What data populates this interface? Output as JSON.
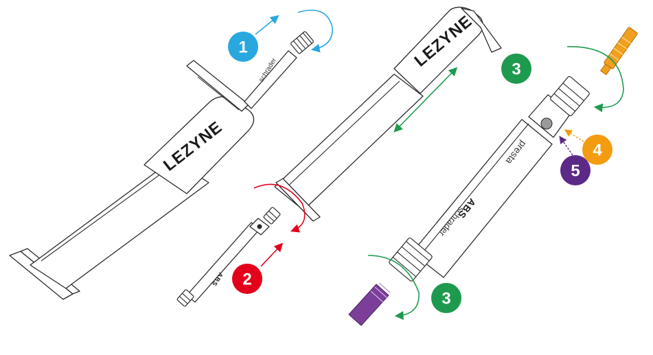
{
  "colors": {
    "step1": "#29a8df",
    "step2": "#e2001a",
    "step3": "#1e9a4f",
    "step4": "#f39c12",
    "step5": "#5b2a86",
    "outline": "#2a2a2a",
    "presta_adapter": "#f0a020",
    "hose_cap": "#7b3f9a"
  },
  "pump_left": {
    "brand": "LEZYNE",
    "hose_label": "schrader"
  },
  "pump_right": {
    "brand": "LEZYNE"
  },
  "hose_small": {
    "label": "ABS"
  },
  "hose_large": {
    "label_abs": "ABS",
    "label_presta": "presta",
    "label_schrader": "schrader"
  },
  "steps": [
    {
      "number": "1",
      "color": "#29a8df"
    },
    {
      "number": "2",
      "color": "#e2001a"
    },
    {
      "number": "3",
      "color": "#1e9a4f"
    },
    {
      "number": "3",
      "color": "#1e9a4f"
    },
    {
      "number": "4",
      "color": "#f39c12"
    },
    {
      "number": "5",
      "color": "#5b2a86"
    }
  ],
  "icons": [
    "rotate-arrow-icon",
    "double-arrow-icon",
    "pointer-arrow-icon"
  ]
}
